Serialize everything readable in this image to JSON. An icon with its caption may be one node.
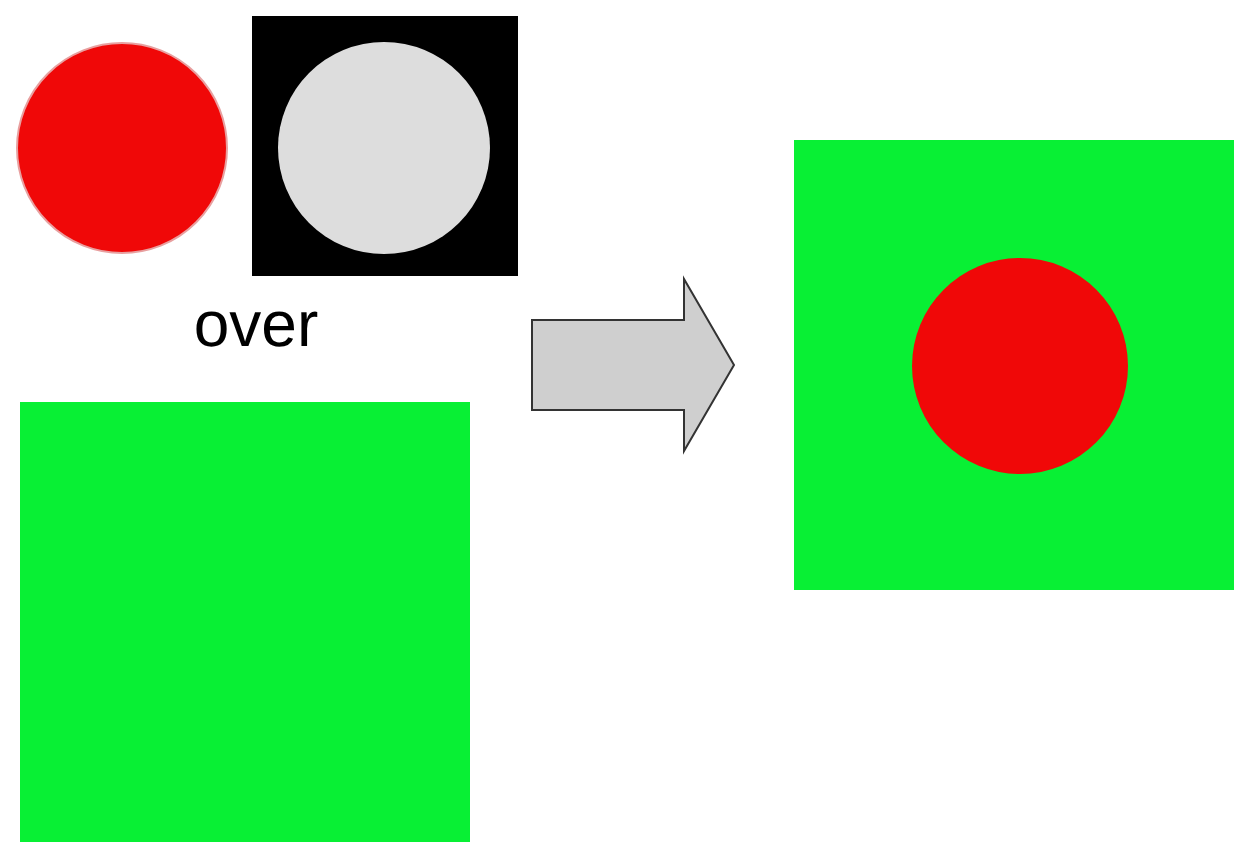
{
  "diagram": {
    "nodes": [
      {
        "text": [],
        "shape": "circle"
      },
      {
        "text": [],
        "shape": "picture"
      },
      {
        "text": [],
        "shape": "box"
      },
      {
        "text": [],
        "shape": "picture"
      }
    ],
    "edges": [
      {
        "from": 2,
        "to": 3,
        "arrow": "to",
        "style": "thick"
      }
    ],
    "labels": [
      "over"
    ]
  }
}
